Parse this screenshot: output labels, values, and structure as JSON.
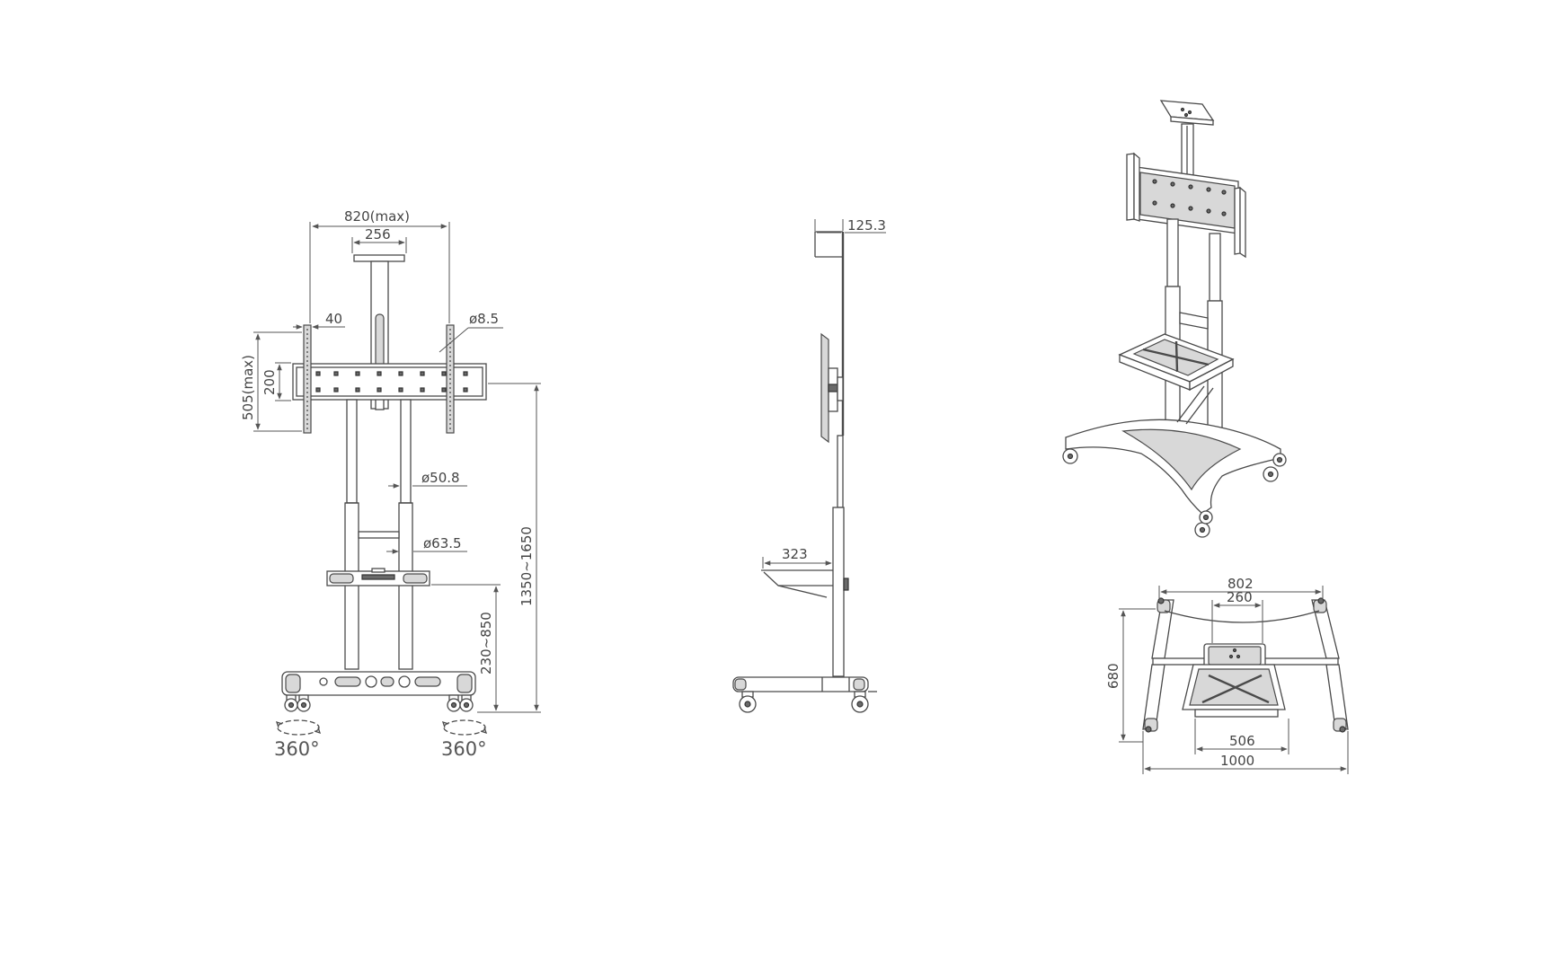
{
  "dimensions": {
    "front": {
      "width_max": "820(max)",
      "top_plate_width": "256",
      "bracket_width": "40",
      "hole_diameter": "ø8.5",
      "height_max": "505(max)",
      "hole_spacing": "200",
      "inner_pole_diameter": "ø50.8",
      "outer_pole_diameter": "ø63.5",
      "total_height": "1350~1650",
      "shelf_height": "230~850",
      "rotation_left": "360°",
      "rotation_right": "360°"
    },
    "side": {
      "top_depth": "125.3",
      "shelf_depth": "323"
    },
    "base": {
      "outer_width": "802",
      "inner_width": "260",
      "depth": "680",
      "shelf_width": "506",
      "overall_width": "1000"
    }
  },
  "colors": {
    "line": "#4a4a4a",
    "text": "#444444",
    "fill_light": "#d8d8d8",
    "fill_dark": "#6a6a6a"
  }
}
